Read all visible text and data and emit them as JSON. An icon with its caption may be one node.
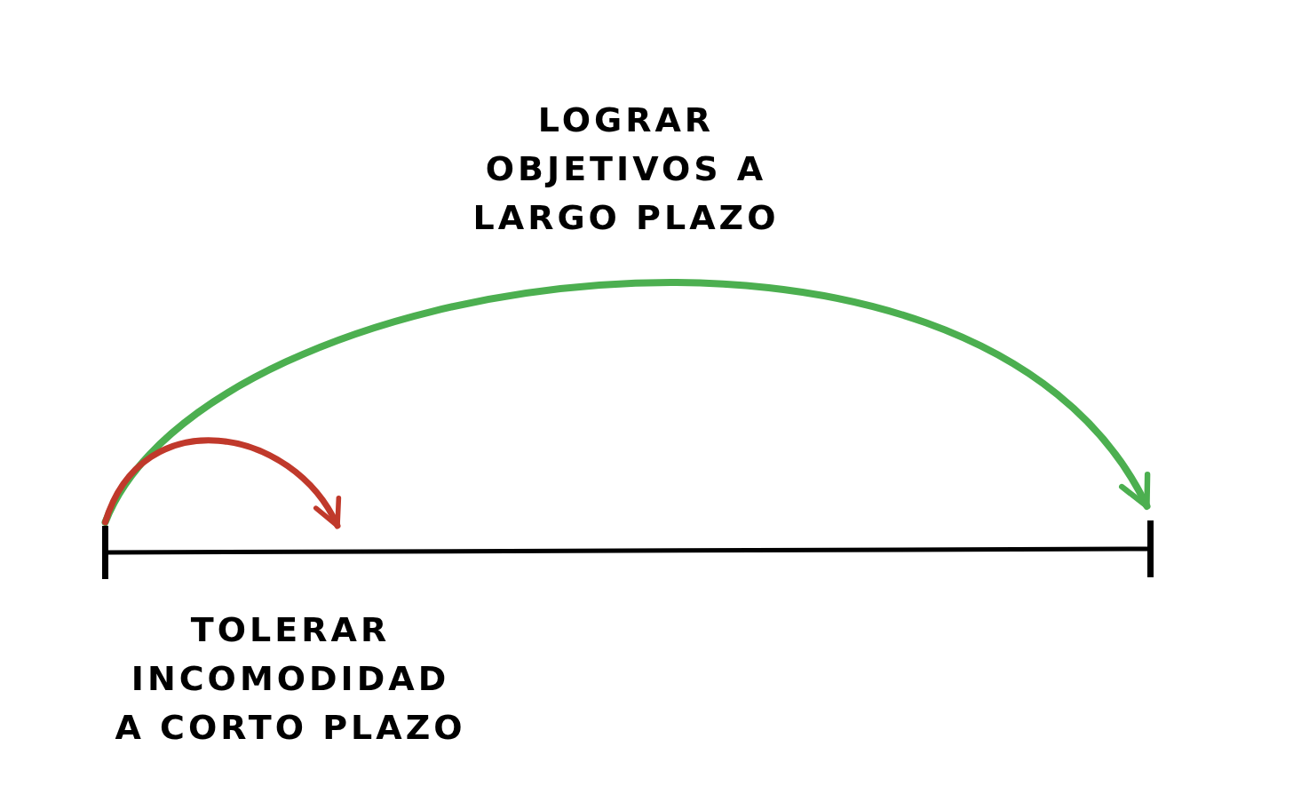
{
  "diagram": {
    "nodes": [
      {
        "text": [],
        "shape": "bar"
      },
      {
        "text": [],
        "shape": "bar"
      }
    ],
    "edges": [
      {
        "from": 0,
        "to": 1,
        "arrow": "none"
      },
      {
        "from": 0,
        "to": 1,
        "arrow": "to",
        "color": "#4caf50"
      },
      {
        "from": 0,
        "to": null,
        "arrow": "to",
        "color": "#c0392b"
      }
    ],
    "labels": [
      "LOGRAR OBJETIVOS A LARGO PLAZO",
      "TOLERAR INCOMODIDAD A CORTO PLAZO"
    ]
  }
}
